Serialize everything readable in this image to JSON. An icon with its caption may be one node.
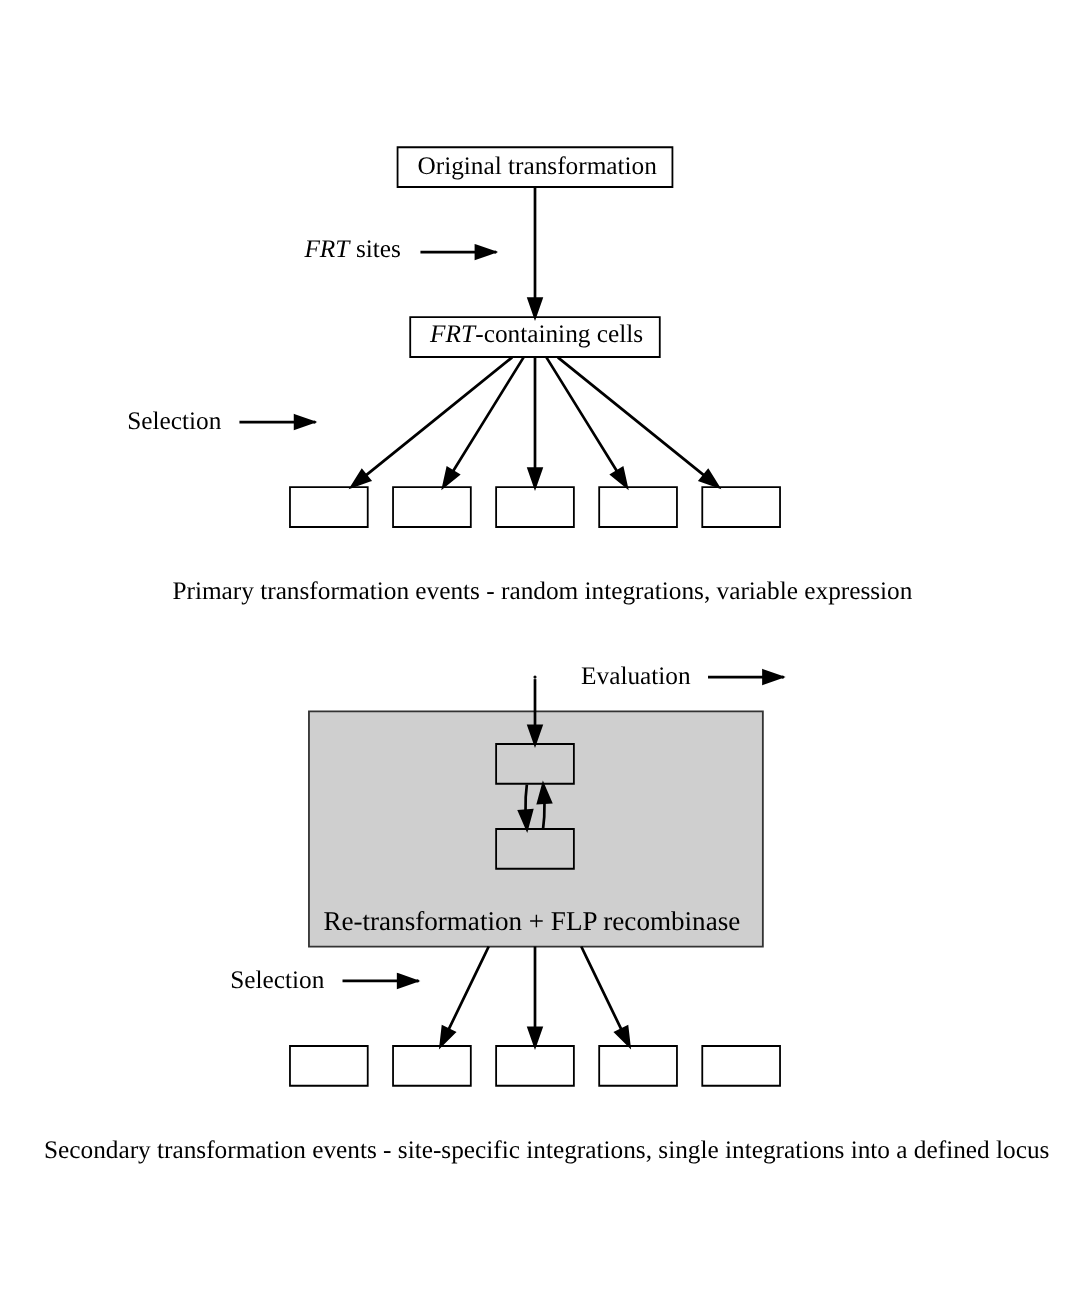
{
  "diagram": {
    "nodes": [
      {
        "text": [
          "Original transformation"
        ]
      },
      {
        "text": [
          "*FRT* sites"
        ]
      },
      {
        "text": [
          "*FRT*-containing cells"
        ]
      },
      {
        "text": [
          "Selection"
        ]
      },
      {
        "text": [],
        "shape": "box"
      },
      {
        "text": [],
        "shape": "box"
      },
      {
        "text": [],
        "shape": "box"
      },
      {
        "text": [],
        "shape": "box"
      },
      {
        "text": [],
        "shape": "box"
      },
      {
        "text": [
          "Evaluation"
        ]
      },
      {
        "text": [
          "Re-transformation + FLP recombinase"
        ]
      },
      {
        "text": [],
        "shape": "box",
        "in": 10
      },
      {
        "text": [],
        "shape": "box",
        "in": 10
      },
      {
        "text": [
          "Selection"
        ]
      },
      {
        "text": [],
        "shape": "box"
      },
      {
        "text": [],
        "shape": "box"
      },
      {
        "text": [],
        "shape": "box"
      },
      {
        "text": [],
        "shape": "box"
      },
      {
        "text": [],
        "shape": "box"
      }
    ],
    "edges": [
      {
        "from": 0,
        "to": 2,
        "arrow": "to"
      },
      {
        "from": 1,
        "to": null,
        "arrow": "to"
      },
      {
        "from": 2,
        "to": 4,
        "arrow": "to"
      },
      {
        "from": 2,
        "to": 5,
        "arrow": "to"
      },
      {
        "from": 2,
        "to": 6,
        "arrow": "to"
      },
      {
        "from": 2,
        "to": 7,
        "arrow": "to"
      },
      {
        "from": 2,
        "to": 8,
        "arrow": "to"
      },
      {
        "from": 3,
        "to": null,
        "arrow": "to"
      },
      {
        "from": null,
        "to": 11,
        "arrow": "to"
      },
      {
        "from": 9,
        "to": null,
        "arrow": "to"
      },
      {
        "from": 11,
        "to": 12,
        "arrow": "to"
      },
      {
        "from": 12,
        "to": 11,
        "arrow": "to"
      },
      {
        "from": 10,
        "to": 15,
        "arrow": "to"
      },
      {
        "from": 10,
        "to": 16,
        "arrow": "to"
      },
      {
        "from": 10,
        "to": 17,
        "arrow": "to"
      },
      {
        "from": 13,
        "to": null,
        "arrow": "to"
      }
    ],
    "labels": [
      "Primary transformation events - random integrations, variable expression",
      "Secondary transformation events - site-specific integrations, single integrations into a defined locus"
    ]
  }
}
